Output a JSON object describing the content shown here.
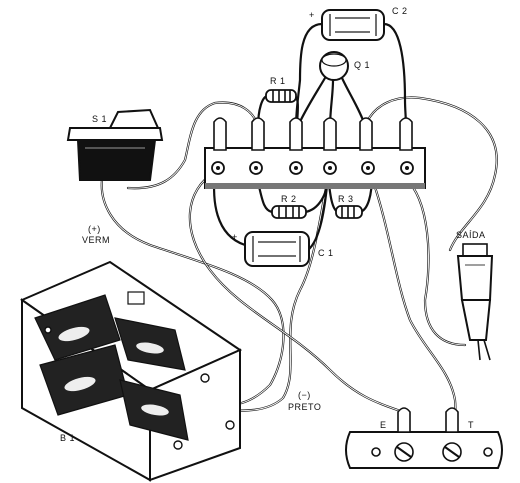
{
  "labels": {
    "s1": "S 1",
    "c2": "C 2",
    "c2_plus": "+",
    "q1": "Q 1",
    "r1": "R 1",
    "r2": "R 2",
    "r3": "R 3",
    "c1": "C 1",
    "c1_plus": "+",
    "saida": "SAÍDA",
    "b1": "B 1",
    "verm_pol": "(+)",
    "verm": "VERM",
    "preto_pol": "(−)",
    "preto": "PRETO",
    "terminal_e": "E",
    "terminal_t": "T"
  },
  "colors": {
    "ink": "#111111",
    "paper": "#ffffff",
    "shade": "#555555"
  }
}
